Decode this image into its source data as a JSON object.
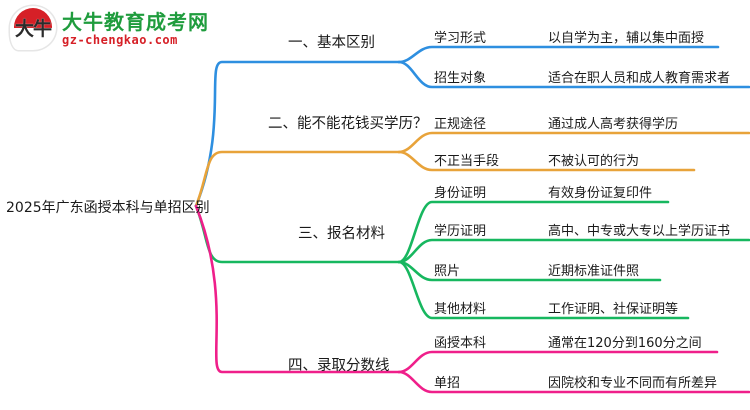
{
  "logo": {
    "mark_text": "大牛",
    "title": "大牛教育成考网",
    "subtitle": "gz-chengkao.com",
    "title_color": "#1f9c3d",
    "subtitle_color": "#d62027",
    "mark_color": "#d62027"
  },
  "mindmap": {
    "root": {
      "label": "2025年广东函授本科与单招区别"
    },
    "branches": [
      {
        "label": "一、基本区别",
        "color": "#2e8fe0",
        "children": [
          {
            "key": "学习形式",
            "value": "以自学为主，辅以集中面授"
          },
          {
            "key": "招生对象",
            "value": "适合在职人员和成人教育需求者"
          }
        ]
      },
      {
        "label": "二、能不能花钱买学历？",
        "color": "#e8a33a",
        "children": [
          {
            "key": "正规途径",
            "value": "通过成人高考获得学历"
          },
          {
            "key": "不正当手段",
            "value": "不被认可的行为"
          }
        ]
      },
      {
        "label": "三、报名材料",
        "color": "#17b75f",
        "children": [
          {
            "key": "身份证明",
            "value": "有效身份证复印件"
          },
          {
            "key": "学历证明",
            "value": "高中、中专或大专以上学历证书"
          },
          {
            "key": "照片",
            "value": "近期标准证件照"
          },
          {
            "key": "其他材料",
            "value": "工作证明、社保证明等"
          }
        ]
      },
      {
        "label": "四、录取分数线",
        "color": "#ef1f8a",
        "children": [
          {
            "key": "函授本科",
            "value": "通常在120分到160分之间"
          },
          {
            "key": "单招",
            "value": "因院校和专业不同而有所差异"
          }
        ]
      }
    ]
  }
}
